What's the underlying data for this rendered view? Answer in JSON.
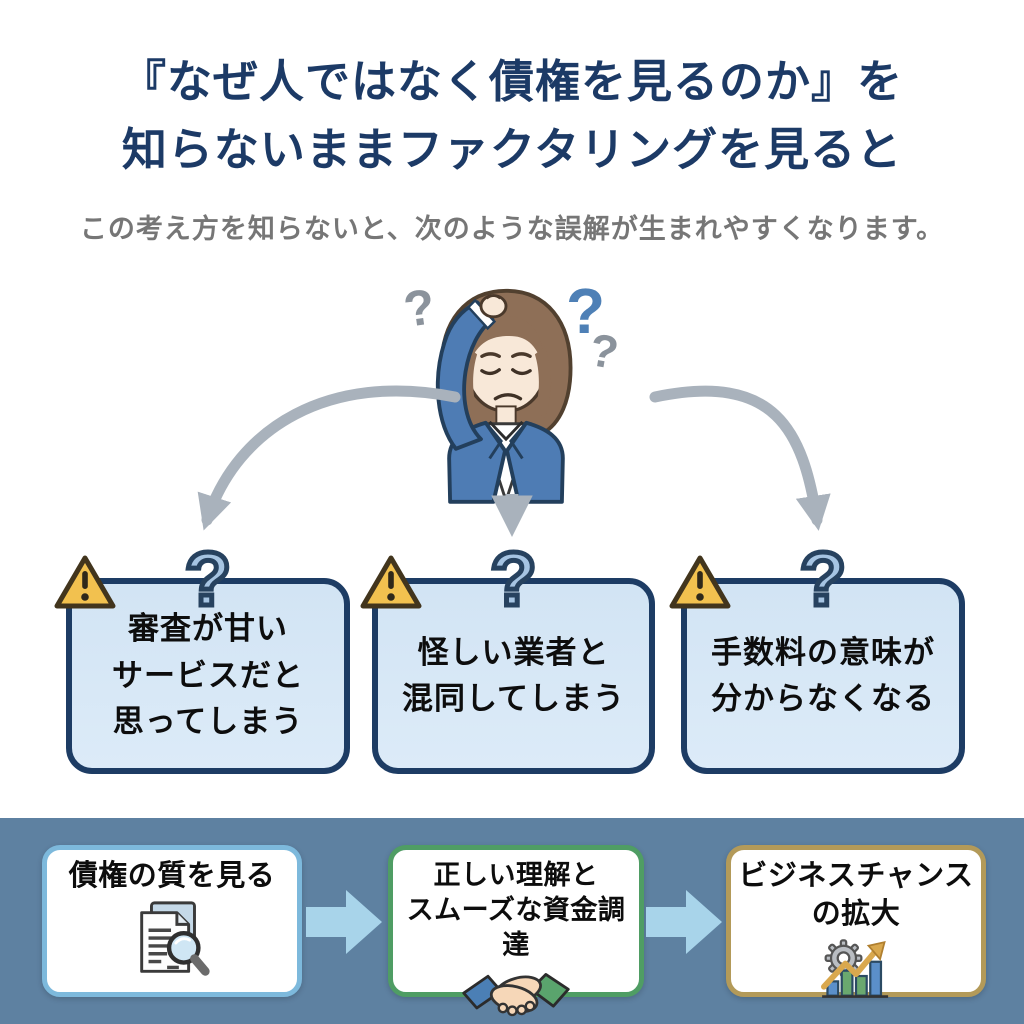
{
  "header": {
    "title_lines": [
      "『なぜ人ではなく債権を見るのか』を",
      "知らないままファクタリングを見ると"
    ],
    "subtitle": "この考え方を知らないと、次のような誤解が生まれやすくなります。"
  },
  "illustration": {
    "description": "confused businesswoman scratching her head",
    "question_marks": [
      "?",
      "?",
      "?"
    ]
  },
  "misconceptions": [
    {
      "question_mark": "?",
      "text_lines": [
        "審査が甘い",
        "サービスだと",
        "思ってしまう"
      ]
    },
    {
      "question_mark": "?",
      "text_lines": [
        "怪しい業者と",
        "混同してしまう"
      ]
    },
    {
      "question_mark": "?",
      "text_lines": [
        "手数料の意味が",
        "分からなくなる"
      ]
    }
  ],
  "flow": [
    {
      "text_lines": [
        "債権の質を見る"
      ],
      "icon": "document-magnifier-icon",
      "border_color": "#7db9dc",
      "box_style": "border-color:#7db9dc"
    },
    {
      "text_lines": [
        "正しい理解と",
        "スムーズな資金調達"
      ],
      "icon": "handshake-icon",
      "border_color": "#4f9d64",
      "box_style": "border-color:#4f9d64"
    },
    {
      "text_lines": [
        "ビジネスチャンス",
        "の拡大"
      ],
      "icon": "growth-chart-icon",
      "border_color": "#b39a59",
      "box_style": "border-color:#b39a59"
    }
  ],
  "colors": {
    "title": "#1c3a66",
    "subtitle": "#767676",
    "misconception_box_fill": "#d7e8f6",
    "misconception_box_border": "#1d3c64",
    "bottom_band": "#5e81a1",
    "flow_arrow": "#a8d4ea",
    "warning_triangle": "#f2c14f",
    "question_mark_fill": "#a6c4e2",
    "gray_arrow": "#a9b2bc",
    "jacket_blue": "#4e7cb4"
  }
}
